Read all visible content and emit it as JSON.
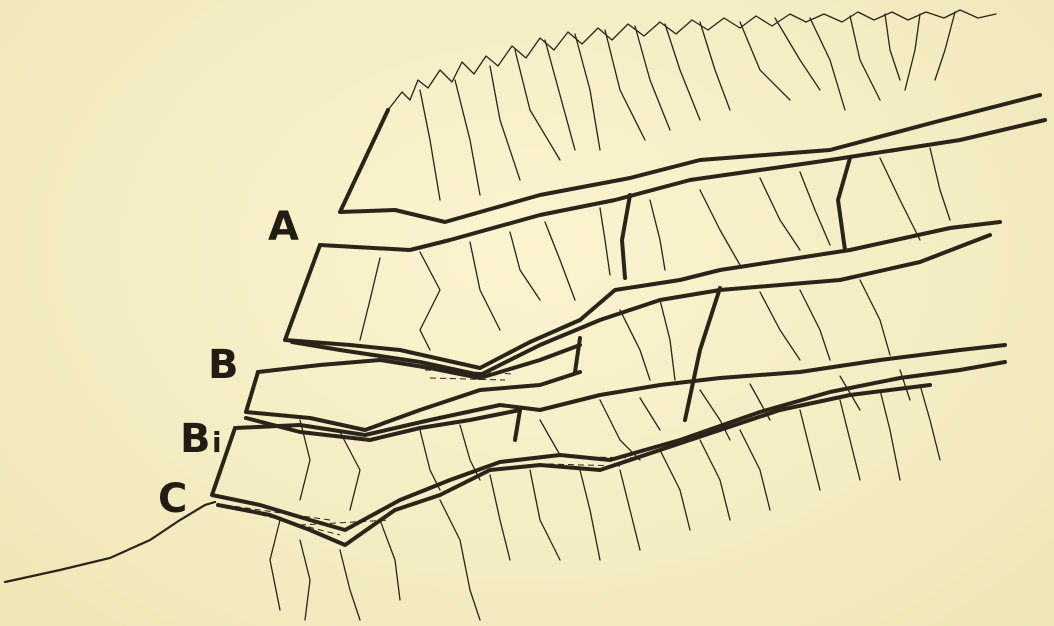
{
  "labels": {
    "a": "A",
    "b": "B",
    "bi_main": "B",
    "bi_sub": "i",
    "c": "C"
  },
  "colors": {
    "paper": "#f6efc6",
    "ink": "#2b2418"
  }
}
